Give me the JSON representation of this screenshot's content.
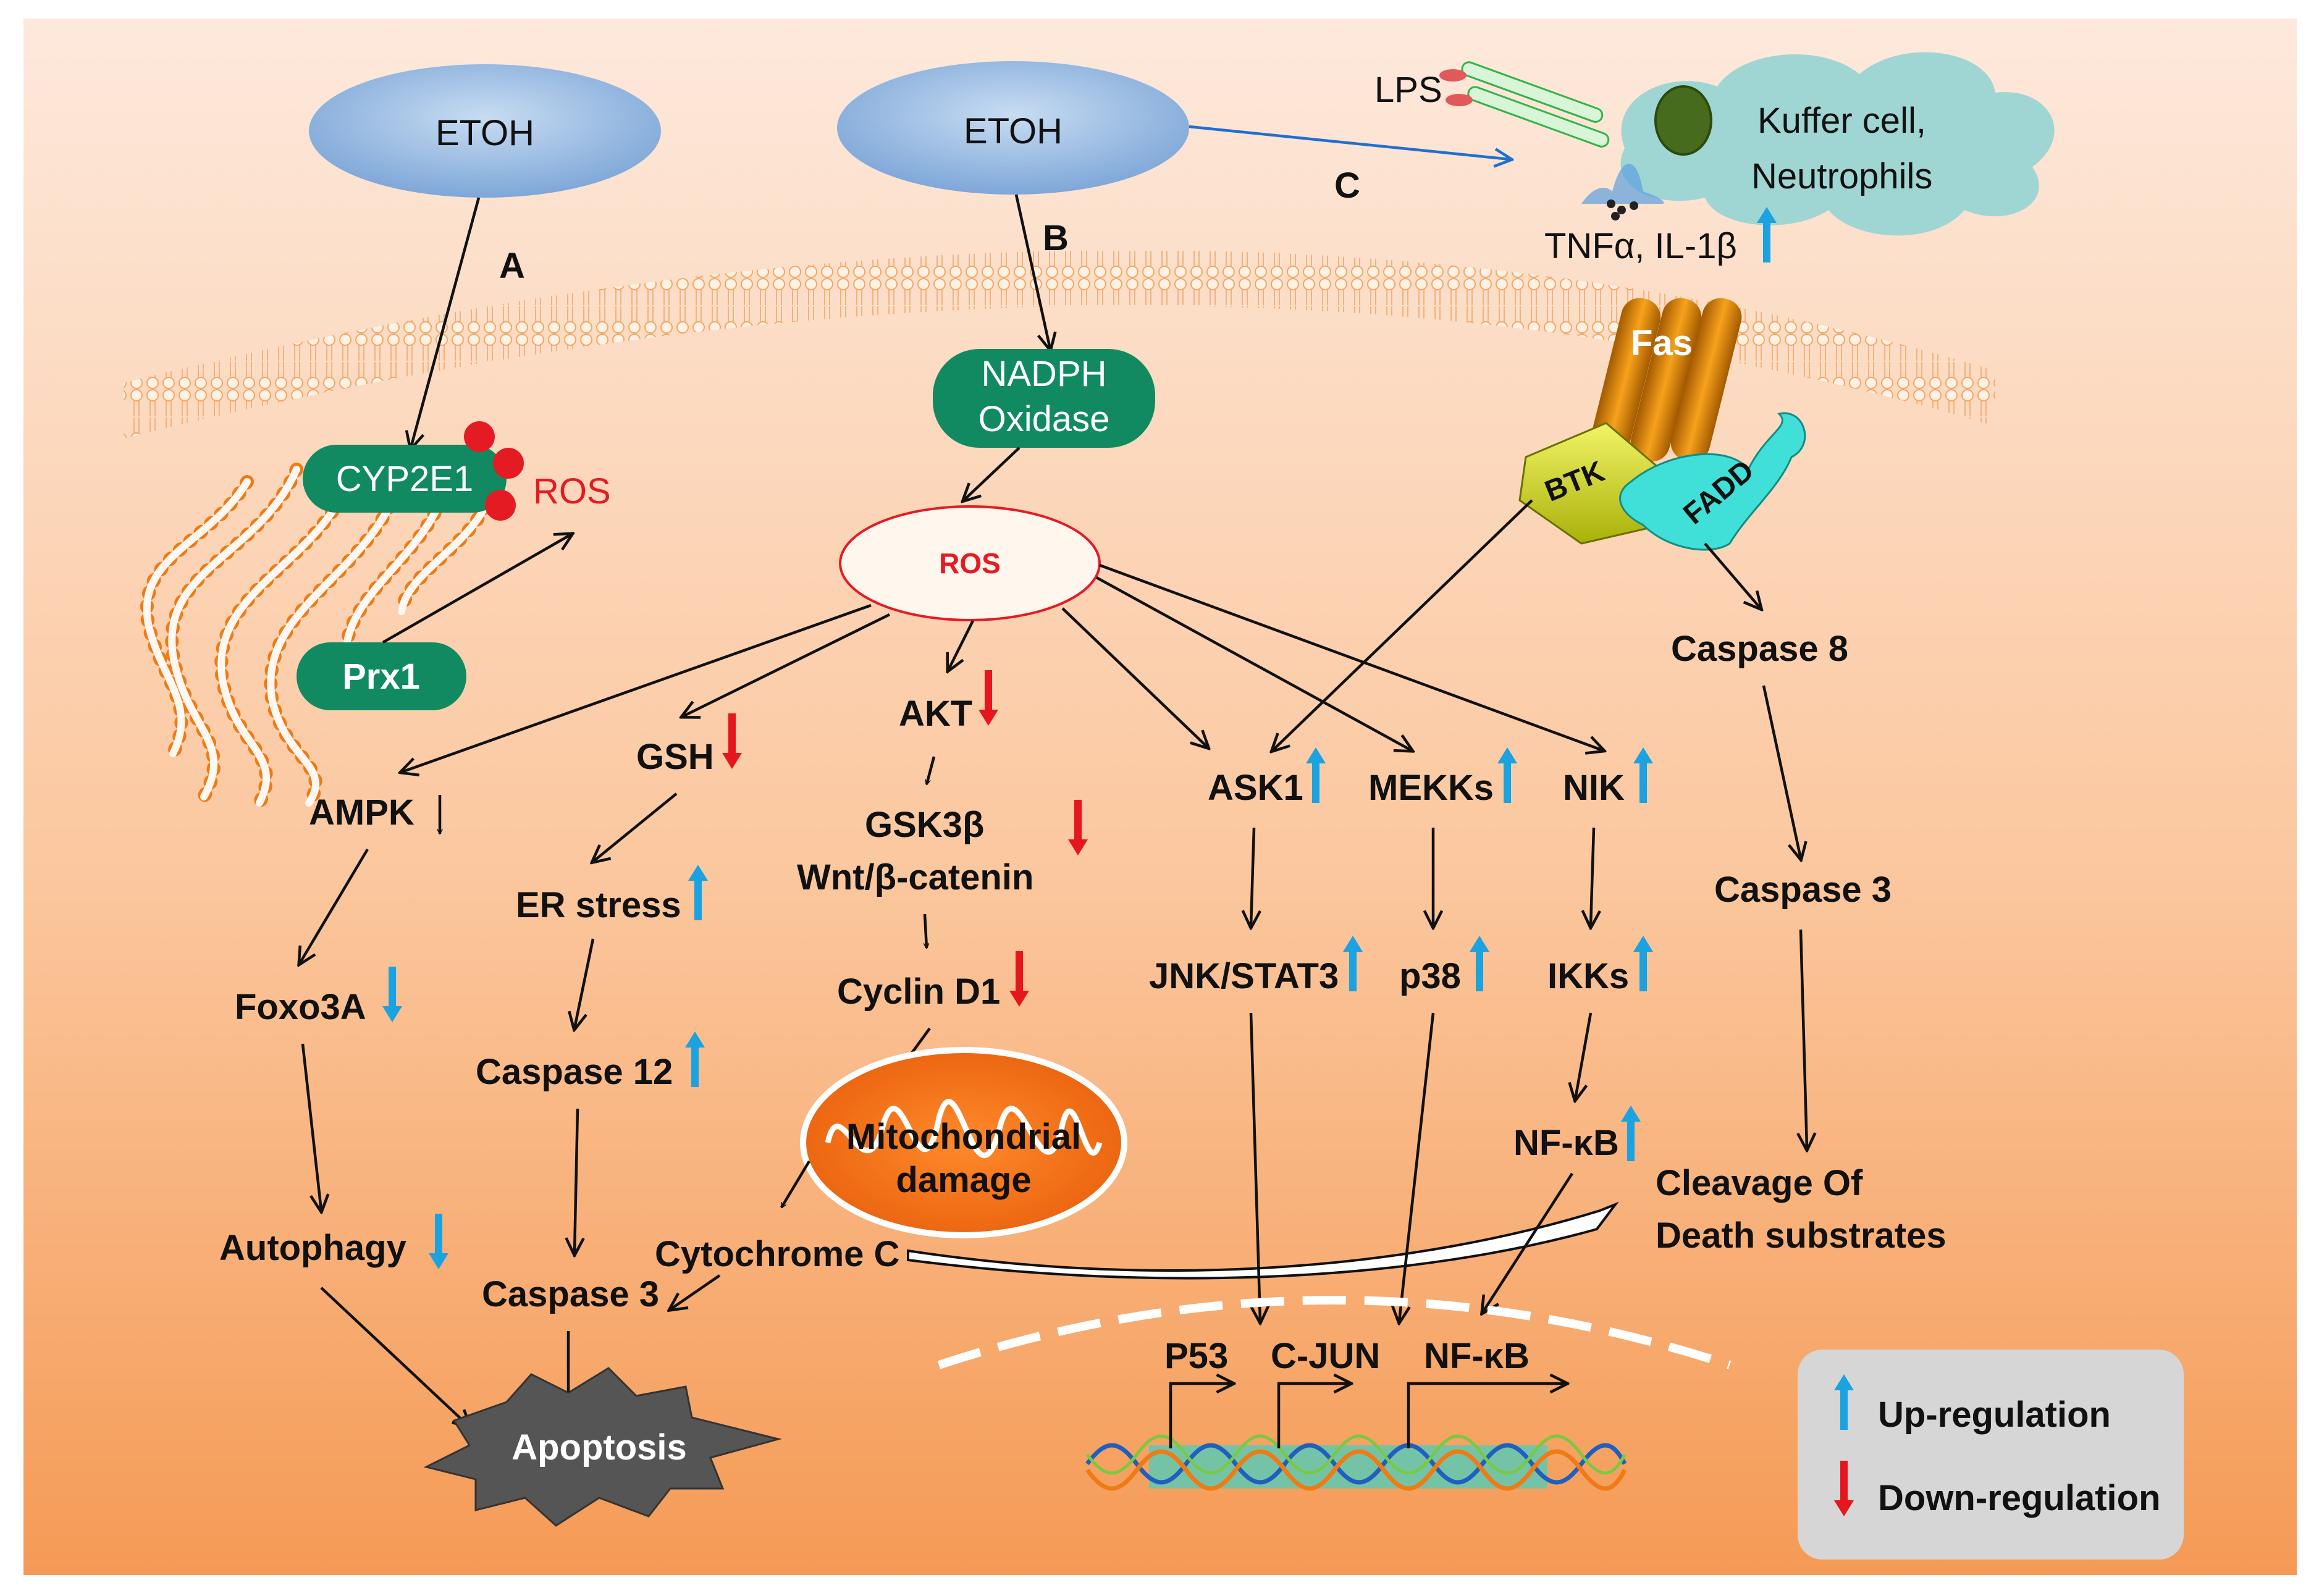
{
  "colors": {
    "up_arrow": "#1aa3e0",
    "down_arrow": "#e5161d",
    "ros_red": "#e51b24",
    "enzyme_green": "#118a61",
    "etoh_blue": "#8fb7e2"
  },
  "pathway_A": {
    "etoh": "ETOH",
    "letter": "A",
    "cyp2e1": "CYP2E1",
    "ros": "ROS",
    "prx1": "Prx1",
    "ampk": "AMPK",
    "foxo3a": "Foxo3A",
    "autophagy": "Autophagy",
    "gsh": "GSH",
    "er_stress": "ER stress",
    "caspase12": "Caspase 12",
    "caspase3": "Caspase 3",
    "apoptosis": "Apoptosis"
  },
  "pathway_B": {
    "etoh": "ETOH",
    "letter": "B",
    "nadph_line1": "NADPH",
    "nadph_line2": "Oxidase",
    "ros": "ROS",
    "akt": "AKT",
    "gsk3b": "GSK3β",
    "wnt": "Wnt/β-catenin",
    "cyclin": "Cyclin D1",
    "mito_line1": "Mitochondrial",
    "mito_line2": "damage",
    "cytochrome": "Cytochrome C",
    "ask1": "ASK1",
    "mekks": "MEKKs",
    "nik": "NIK",
    "jnk": "JNK/STAT3",
    "p38": "p38",
    "ikks": "IKKs",
    "nfkb": "NF-κB"
  },
  "pathway_C": {
    "letter": "C",
    "lps": "LPS",
    "kuffer_line1": "Kuffer cell,",
    "kuffer_line2": "Neutrophils",
    "cytokines": "TNFα, IL-1β",
    "fas": "Fas",
    "btk": "BTK",
    "fadd": "FADD",
    "caspase8": "Caspase 8",
    "caspase3": "Caspase 3",
    "cleavage_line1": "Cleavage Of",
    "cleavage_line2": "Death substrates"
  },
  "nucleus": {
    "p53": "P53",
    "cjun": "C-JUN",
    "nfkb": "NF-κB"
  },
  "legend": {
    "up": "Up-regulation",
    "down": "Down-regulation"
  }
}
